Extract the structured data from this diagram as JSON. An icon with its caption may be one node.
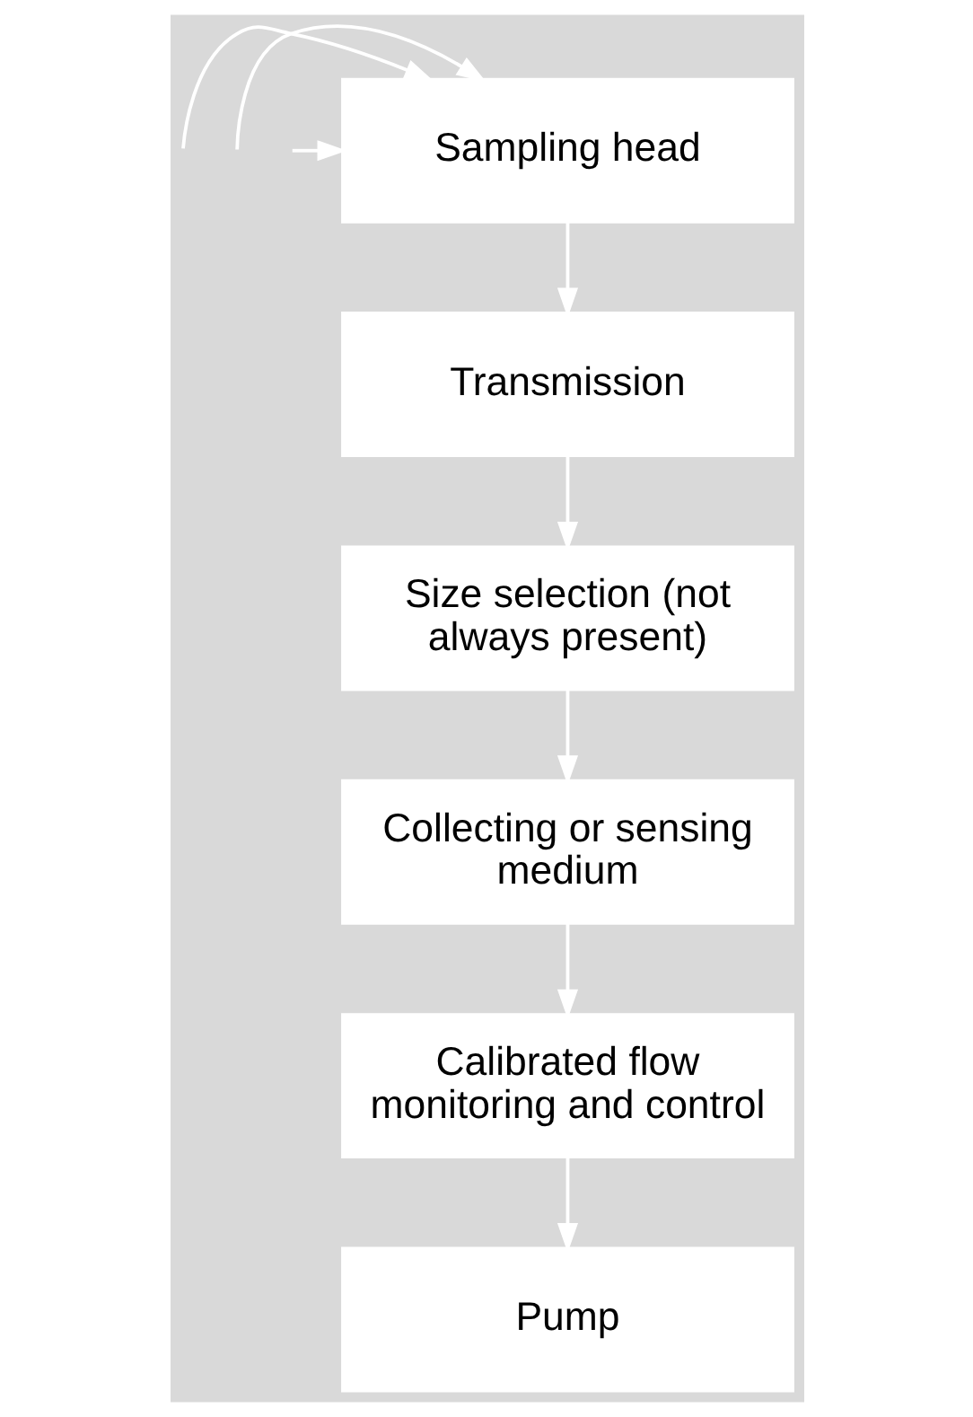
{
  "diagram": {
    "nodes": [
      {
        "text": [
          "Sampling head"
        ]
      },
      {
        "text": [
          "Transmission"
        ]
      },
      {
        "text": [
          "Size selection (not always present)"
        ]
      },
      {
        "text": [
          "Collecting or sensing medium"
        ]
      },
      {
        "text": [
          "Calibrated flow monitoring and control"
        ]
      },
      {
        "text": [
          "Pump"
        ]
      }
    ],
    "edges": [
      {
        "from": null,
        "to": 0,
        "arrow": "to"
      },
      {
        "from": null,
        "to": 0,
        "arrow": "to"
      },
      {
        "from": null,
        "to": 0,
        "arrow": "to"
      },
      {
        "from": 0,
        "to": 1,
        "arrow": "to"
      },
      {
        "from": 1,
        "to": 2,
        "arrow": "to"
      },
      {
        "from": 2,
        "to": 3,
        "arrow": "to"
      },
      {
        "from": 3,
        "to": 4,
        "arrow": "to"
      },
      {
        "from": 4,
        "to": 5,
        "arrow": "to"
      }
    ]
  }
}
